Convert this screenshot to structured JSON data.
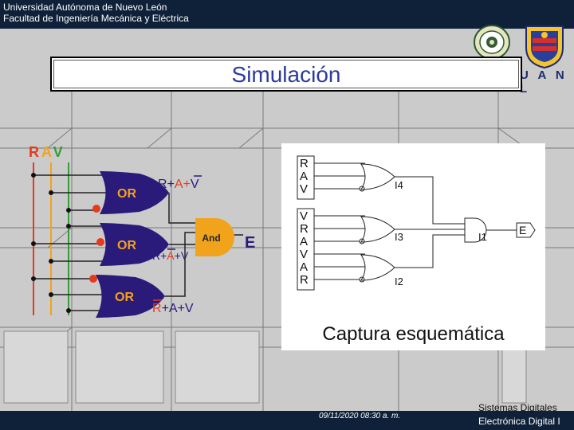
{
  "header": {
    "line1": "Universidad Autónoma de Nuevo León",
    "line2": "Facultad de Ingeniería Mecánica y Eléctrica"
  },
  "logos": {
    "university_text": "U A N L"
  },
  "slide": {
    "title": "Simulación",
    "caption": "Captura esquemática"
  },
  "diagram": {
    "inputs": [
      "R",
      "A",
      "V"
    ],
    "gate_or": "OR",
    "gate_and": "And",
    "expr1": "R+A+V",
    "expr2": "R+A+V",
    "expr3": "R+A+V",
    "output": "E"
  },
  "schematic": {
    "group1": [
      "R",
      "A",
      "V"
    ],
    "group2": [
      "V",
      "R",
      "A"
    ],
    "group3": [
      "V",
      "A",
      "R"
    ],
    "i4": "I4",
    "i3": "I3",
    "i2": "I2",
    "i1": "I1",
    "output": "E"
  },
  "footer": {
    "datetime": "09/11/2020 08:30 a. m.",
    "course_line1": "Sistemas Digitales",
    "course_line2": "Electrónica Digital I"
  },
  "colors": {
    "header_bg": "#0e2138",
    "title_text": "#2b3a9f",
    "gate_fill": "#2a1a7a",
    "gate_and_fill": "#f0a31b",
    "wire_red": "#e8391b",
    "wire_orange": "#f4a21a",
    "wire_green": "#3a9a3a"
  }
}
